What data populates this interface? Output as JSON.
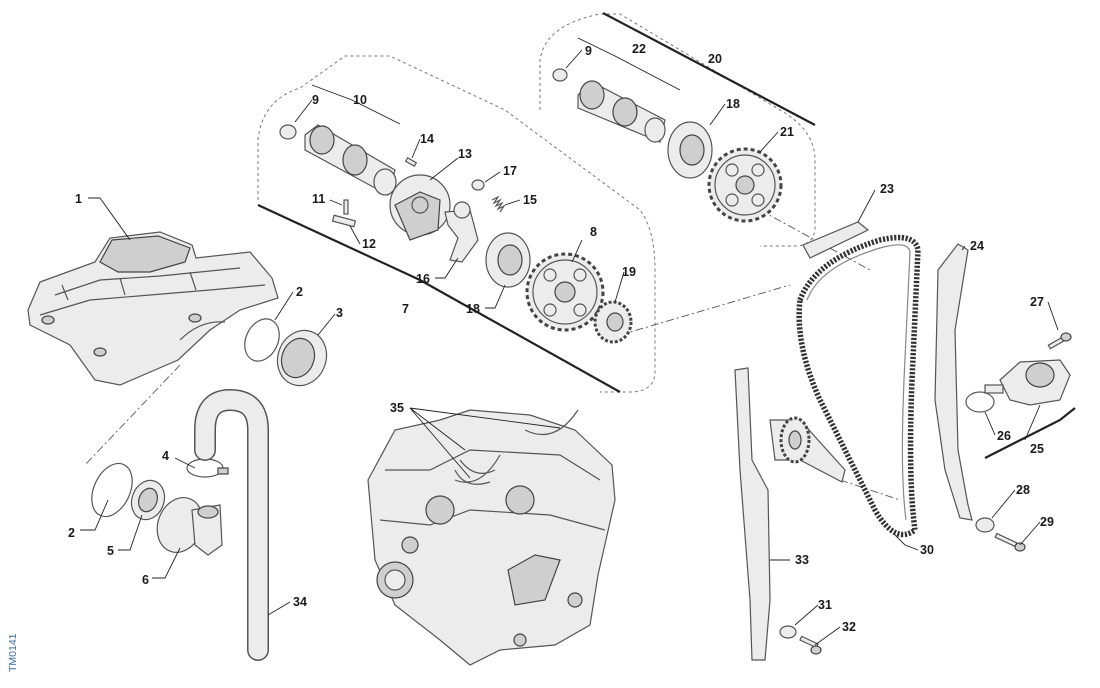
{
  "figure": {
    "doc_id": "TM0141",
    "callouts": [
      {
        "id": "1",
        "label": "1"
      },
      {
        "id": "2a",
        "label": "2"
      },
      {
        "id": "2b",
        "label": "2"
      },
      {
        "id": "3",
        "label": "3"
      },
      {
        "id": "4",
        "label": "4"
      },
      {
        "id": "5",
        "label": "5"
      },
      {
        "id": "6",
        "label": "6"
      },
      {
        "id": "7",
        "label": "7"
      },
      {
        "id": "8",
        "label": "8"
      },
      {
        "id": "9a",
        "label": "9"
      },
      {
        "id": "9b",
        "label": "9"
      },
      {
        "id": "10",
        "label": "10"
      },
      {
        "id": "11",
        "label": "11"
      },
      {
        "id": "12",
        "label": "12"
      },
      {
        "id": "13",
        "label": "13"
      },
      {
        "id": "14",
        "label": "14"
      },
      {
        "id": "15",
        "label": "15"
      },
      {
        "id": "16",
        "label": "16"
      },
      {
        "id": "17",
        "label": "17"
      },
      {
        "id": "18a",
        "label": "18"
      },
      {
        "id": "18b",
        "label": "18"
      },
      {
        "id": "19",
        "label": "19"
      },
      {
        "id": "20",
        "label": "20"
      },
      {
        "id": "21",
        "label": "21"
      },
      {
        "id": "22",
        "label": "22"
      },
      {
        "id": "23",
        "label": "23"
      },
      {
        "id": "24",
        "label": "24"
      },
      {
        "id": "25",
        "label": "25"
      },
      {
        "id": "26",
        "label": "26"
      },
      {
        "id": "27",
        "label": "27"
      },
      {
        "id": "28",
        "label": "28"
      },
      {
        "id": "29",
        "label": "29"
      },
      {
        "id": "30",
        "label": "30"
      },
      {
        "id": "31",
        "label": "31"
      },
      {
        "id": "32",
        "label": "32"
      },
      {
        "id": "33",
        "label": "33"
      },
      {
        "id": "34",
        "label": "34"
      },
      {
        "id": "35",
        "label": "35"
      }
    ]
  }
}
